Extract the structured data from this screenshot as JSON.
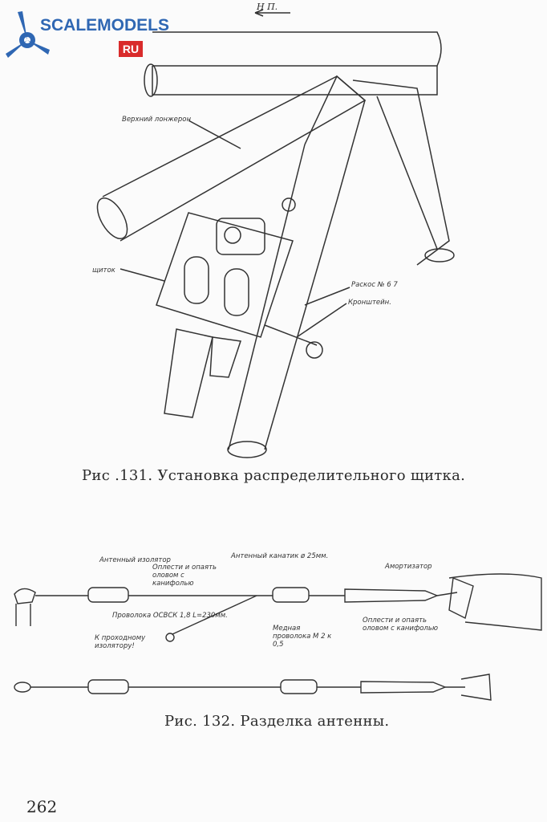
{
  "logo": {
    "text": "SCALEMODELS",
    "badge": "RU"
  },
  "fig131": {
    "direction_label": "Н П.",
    "labels": {
      "upper_longeron": "Верхний лонжерон",
      "panel": "щиток",
      "strut": "Раскос № 6 7",
      "bracket": "Кронштейн."
    },
    "caption": "Рис .131. Установка распределительного щитка."
  },
  "fig132": {
    "labels": {
      "antenna_insulator": "Антенный изолятор",
      "solder_1": "Оплести и опаять оловом с канифолью",
      "antenna_cord": "Антенный канатик ø 25мм.",
      "shock_absorber": "Амортизатор",
      "wire": "Проволока ОСВСК 1,8 L=230мм.",
      "to_insulator": "К проходному изолятору!",
      "copper_wire": "Медная проволока М 2 к 0,5",
      "solder_2": "Оплести и опаять оловом с канифолью"
    },
    "caption": "Рис. 132. Разделка антенны."
  },
  "page_number": "262"
}
